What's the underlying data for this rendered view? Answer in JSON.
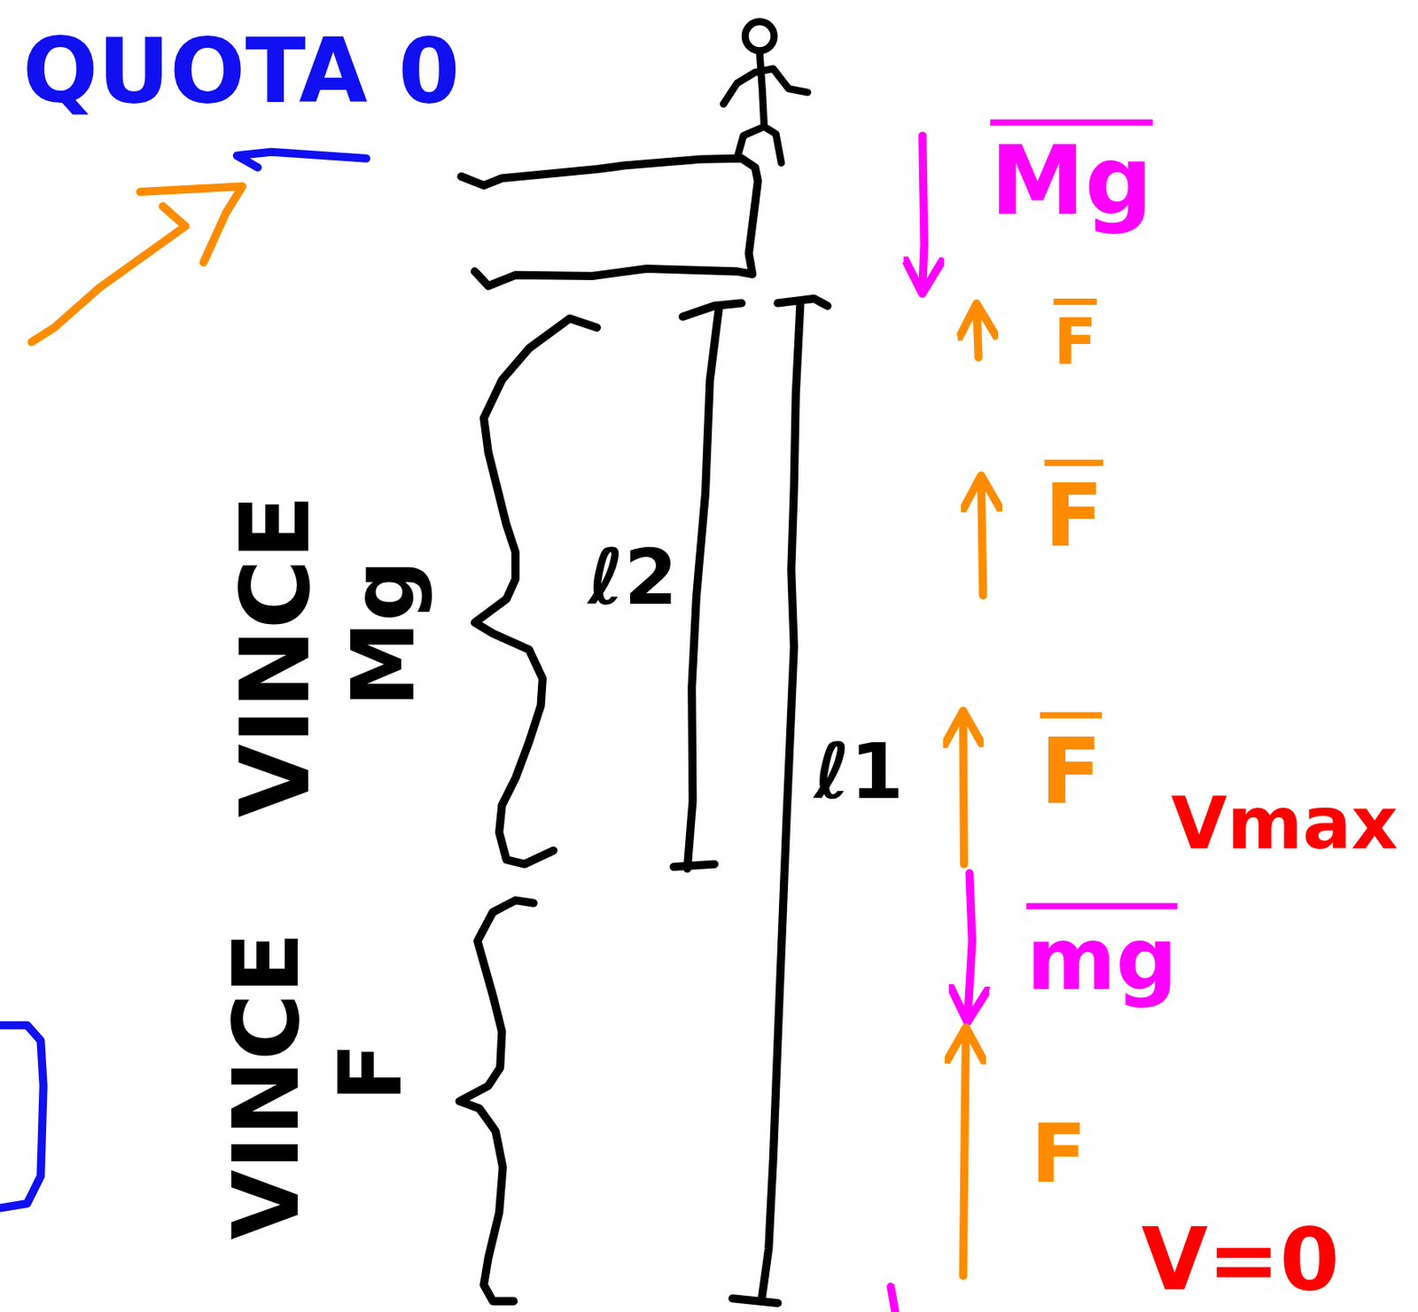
{
  "diagram": {
    "labels": [
      "QUOTA 0",
      "VINCE",
      "Mg",
      "ℓ2",
      "ℓ1",
      "VINCE",
      "F",
      "Mg",
      "F",
      "F",
      "F",
      "Vmax",
      "mg",
      "F",
      "V=0"
    ]
  }
}
